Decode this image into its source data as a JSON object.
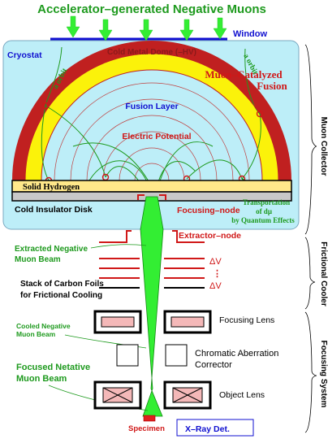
{
  "title": "Accelerator–generated Negative Muons",
  "labels": {
    "window": "Window",
    "cryostat": "Cryostat",
    "dome": "Cold Metal Dome (–HV)",
    "orbit_left": "a orbit",
    "orbit_right": "a orbit",
    "mcf_line1": "Muon–Catalyzed",
    "mcf_line2": "Fusion",
    "fusion_layer": "Fusion Layer",
    "electric_potential": "Electric Potential",
    "solid_hydrogen": "Solid Hydrogen",
    "insulator": "Cold Insulator Disk",
    "focusing_node": "Focusing–node",
    "transport_line1": "Transportation",
    "transport_line2": "of dμ",
    "transport_line3": "by Quantum Effects",
    "extractor_node": "Extractor–node",
    "extracted_line1": "Extracted Negative",
    "extracted_line2": "Muon Beam",
    "delta_v1": "ΔV",
    "vdots": "⋮",
    "delta_v2": "ΔV",
    "stack_line1": "Stack of Carbon Foils",
    "stack_line2": "for Frictional Cooling",
    "focusing_lens": "Focusing Lens",
    "cooled_line1": "Cooled Negative",
    "cooled_line2": "Muon Beam",
    "chromatic_line1": "Chromatic Aberration",
    "chromatic_line2": "Corrector",
    "focused_line1": "Focused Netative",
    "focused_line2": "Muon Beam",
    "object_lens": "Object Lens",
    "specimen": "Specimen",
    "xray": "X–Ray Det.",
    "section_collector": "Muon Collector",
    "section_cooler": "Frictional Cooler",
    "section_focusing": "Focusing System"
  },
  "colors": {
    "green_text": "#1e9a1e",
    "beam": "#33ee33",
    "beam_edge": "#118811",
    "blue": "#1010d0",
    "red": "#d01818",
    "cryostat_bg": "#bdeef8",
    "dome_red": "#c02020",
    "dome_yellow": "#fbf20a",
    "hydrogen": "#ffe88a",
    "insulator": "#c8c8c8",
    "lens_pink": "#f4b8b8"
  }
}
